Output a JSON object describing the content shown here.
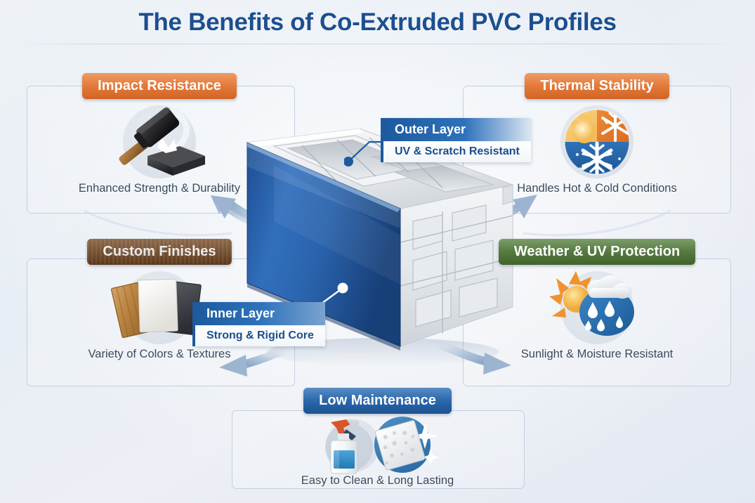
{
  "header": {
    "title": "The Benefits of Co-Extruded PVC Profiles"
  },
  "colors": {
    "title_blue": "#1c4f8f",
    "badge_orange": "#dd6a28",
    "badge_wood": "#6a4220",
    "badge_green": "#456a30",
    "badge_blue": "#1d579a",
    "caption_text": "#3a4a5d",
    "frame_border": "#c3d0e0",
    "background": "#e8eef5",
    "arrow_blue": "#9fb6d2"
  },
  "benefits": [
    {
      "id": "impact-resistance",
      "label": "Impact Resistance",
      "caption": "Enhanced Strength & Durability",
      "badge_color": "orange",
      "icon": "hammer-striking-block-icon",
      "position": "top-left"
    },
    {
      "id": "thermal-stability",
      "label": "Thermal Stability",
      "caption": "Handles Hot & Cold Conditions",
      "badge_color": "orange",
      "icon": "sun-snowflake-circle-icon",
      "position": "top-right"
    },
    {
      "id": "custom-finishes",
      "label": "Custom Finishes",
      "caption": "Variety of Colors & Textures",
      "badge_color": "wood",
      "icon": "material-swatches-icon",
      "position": "middle-left"
    },
    {
      "id": "weather-uv-protection",
      "label": "Weather & UV Protection",
      "caption": "Sunlight & Moisture Resistant",
      "badge_color": "green",
      "icon": "sun-rain-cloud-icon",
      "position": "middle-right"
    },
    {
      "id": "low-maintenance",
      "label": "Low Maintenance",
      "caption": "Easy to Clean & Long Lasting",
      "badge_color": "blue",
      "icon": "spray-bottle-sponge-icon",
      "position": "bottom-center"
    }
  ],
  "callouts": [
    {
      "id": "outer-layer",
      "title": "Outer Layer",
      "subtitle": "UV & Scratch Resistant",
      "marker": "dot-marker-outer"
    },
    {
      "id": "inner-layer",
      "title": "Inner Layer",
      "subtitle": "Strong & Rigid Core",
      "marker": "dot-marker-inner"
    }
  ],
  "center_graphic": {
    "name": "co-extruded-pvc-profile-3d",
    "description": "Isometric cut-away of a multi-chamber PVC window profile with blue co-extruded outer skin and white rigid core"
  }
}
